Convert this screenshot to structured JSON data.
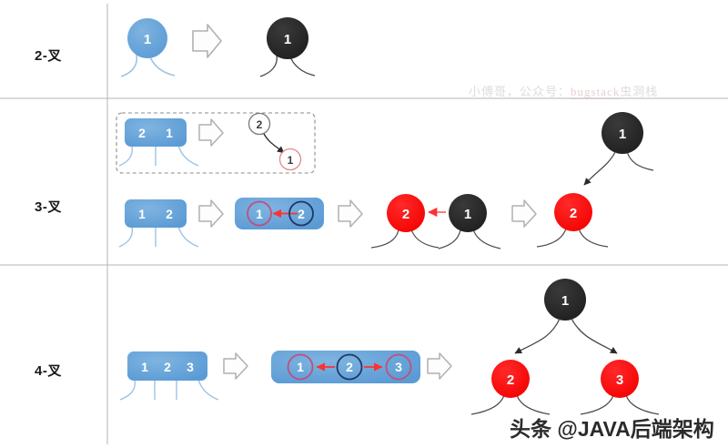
{
  "title": "B-Tree / Red-Black Tree node split illustration",
  "colors": {
    "blue_node": "#5b9bd5",
    "blue_box": "#5b9bd5",
    "black_node": "#262626",
    "red_node": "#ff0000",
    "arrow_outline": "#b0b0b0",
    "link_gray": "#4a4a4a",
    "link_blue": "#9dc3e6",
    "red_arrow": "#ff3030",
    "pink_ring": "#c0507e",
    "navy_ring": "#1f3864",
    "dashed_border": "#8c8c8c"
  },
  "rows": [
    {
      "id": "row-2",
      "label": "2-叉"
    },
    {
      "id": "row-3",
      "label": "3-叉"
    },
    {
      "id": "row-4",
      "label": "4-叉"
    }
  ],
  "watermarks": {
    "top_prefix": "小傅哥，公众号：",
    "top_link": "bugstack",
    "top_suffix": "虫洞栈",
    "bottom": "头条 @JAVA后端架构"
  },
  "row2": {
    "source_node": {
      "value": "1",
      "fill": "blue"
    },
    "result_node": {
      "value": "1",
      "fill": "black"
    },
    "arrow": "block-arrow-right"
  },
  "row3": {
    "top_variant": {
      "box_keys": [
        "2",
        "1"
      ],
      "arrow": "block-arrow-right",
      "out_nodes": [
        {
          "value": "2",
          "ring": "gray"
        },
        {
          "value": "1",
          "ring": "red"
        }
      ]
    },
    "bottom_variant": {
      "box_keys": [
        "1",
        "2"
      ],
      "arrow1": "block-arrow-right",
      "linked_box": [
        {
          "value": "1",
          "ring": "pink"
        },
        {
          "value": "2",
          "ring": "navy"
        }
      ],
      "arrow2": "block-arrow-right",
      "mid_nodes": [
        {
          "value": "2",
          "fill": "red"
        },
        {
          "value": "1",
          "fill": "black"
        }
      ],
      "arrow3": "block-arrow-right",
      "final_nodes": [
        {
          "value": "1",
          "fill": "black"
        },
        {
          "value": "2",
          "fill": "red"
        }
      ]
    }
  },
  "row4": {
    "box_keys": [
      "1",
      "2",
      "3"
    ],
    "arrow1": "block-arrow-right",
    "linked_box": [
      {
        "value": "1",
        "ring": "pink"
      },
      {
        "value": "2",
        "ring": "navy"
      },
      {
        "value": "3",
        "ring": "pink"
      }
    ],
    "arrow2": "block-arrow-right",
    "tree": {
      "root": {
        "value": "1",
        "fill": "black"
      },
      "children": [
        {
          "value": "2",
          "fill": "red"
        },
        {
          "value": "3",
          "fill": "red"
        }
      ]
    }
  }
}
